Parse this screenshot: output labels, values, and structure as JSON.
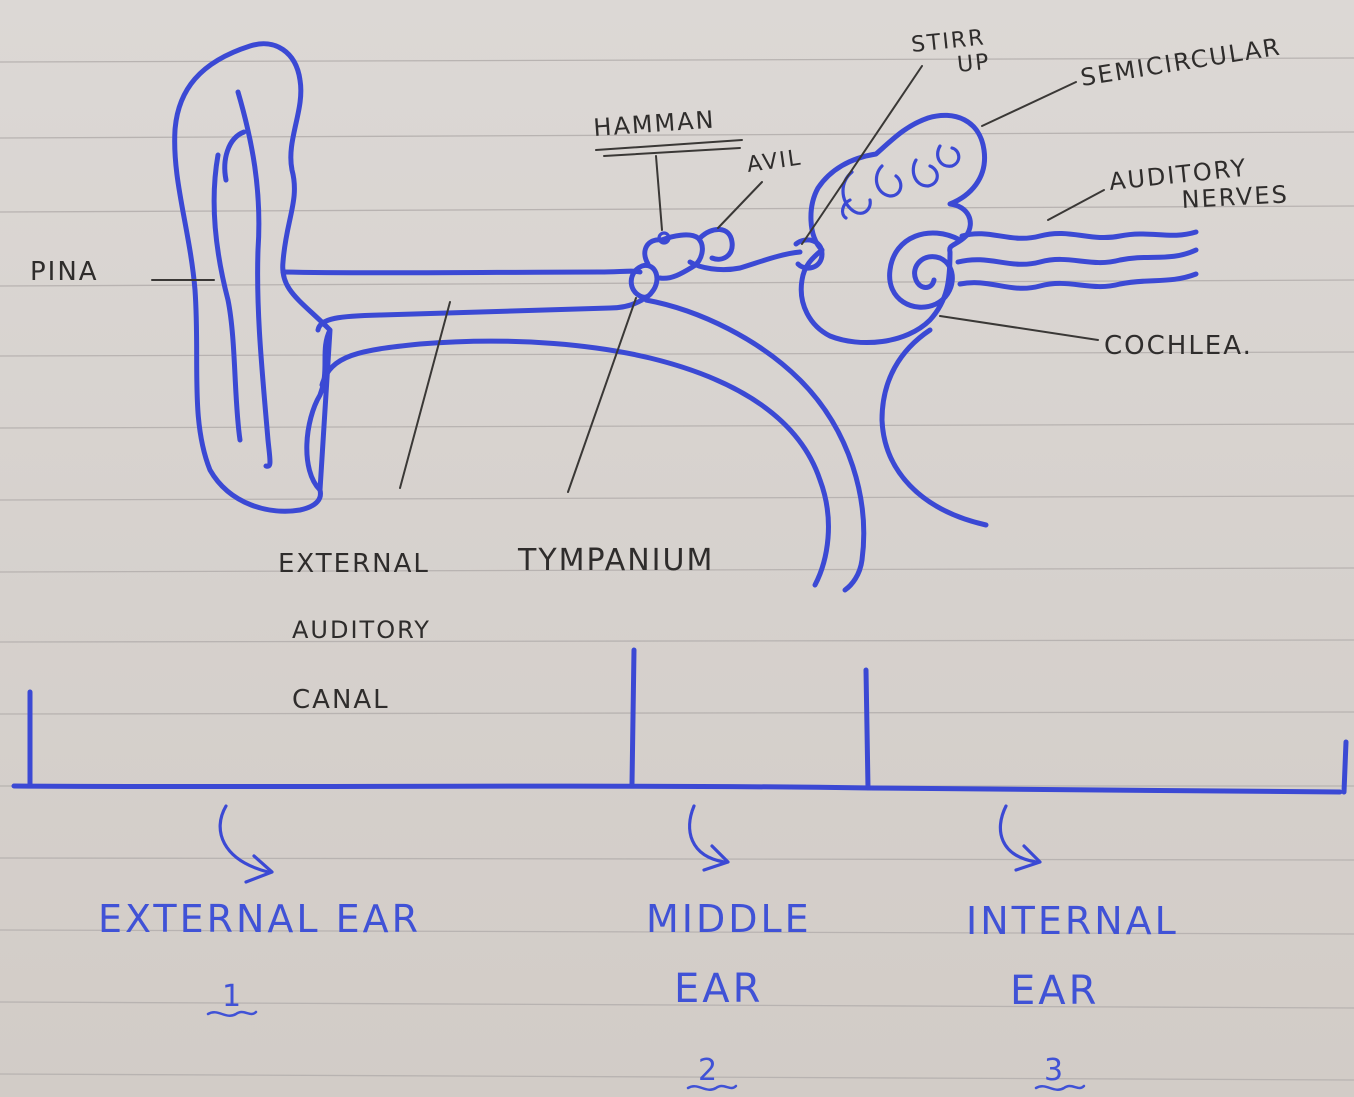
{
  "labels": {
    "pinna": "PINA",
    "hammer": "HAMMAN",
    "anvil": "AVIL",
    "stirrup_line1": "STIRR",
    "stirrup_line2": "UP",
    "semicircular": "SEMICIRCULAR",
    "auditory_nerves_line1": "AUDITORY",
    "auditory_nerves_line2": "NERVES",
    "cochlea": "COCHLEA.",
    "canal_line1": "EXTERNAL",
    "canal_line2": "AUDITORY",
    "canal_line3": "CANAL",
    "tympanum": "TYMPANIUM"
  },
  "sections": [
    {
      "title": "EXTERNAL EAR",
      "number": "1"
    },
    {
      "title_line1": "MIDDLE",
      "title_line2": "EAR",
      "number": "2"
    },
    {
      "title_line1": "INTERNAL",
      "title_line2": "EAR",
      "number": "3"
    }
  ],
  "colors": {
    "ink": "#3b49d4",
    "pencil": "#3a3836",
    "paper": "#d9d4d0",
    "ruling": "#b8b3b1"
  }
}
